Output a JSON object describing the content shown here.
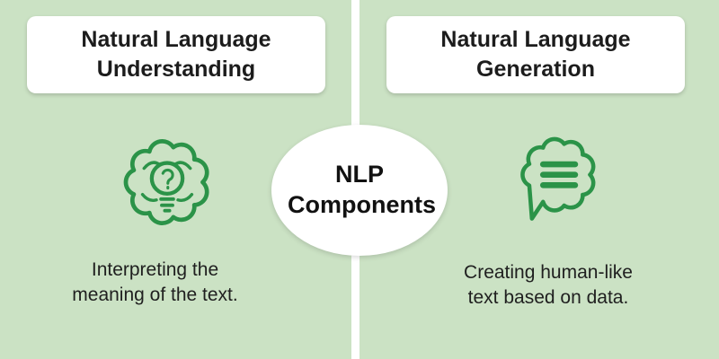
{
  "center": {
    "title": "NLP Components"
  },
  "left": {
    "heading": "Natural Language Understanding",
    "caption": "Interpreting the meaning of the text.",
    "icon": "brain-lightbulb-icon"
  },
  "right": {
    "heading": "Natural Language Generation",
    "caption": "Creating human-like text based on data.",
    "icon": "speech-bubble-icon"
  },
  "colors": {
    "background": "#cbe2c4",
    "divider": "#ffffff",
    "card": "#ffffff",
    "icon_green": "#2b9348",
    "text_dark": "#1f1f1f"
  }
}
